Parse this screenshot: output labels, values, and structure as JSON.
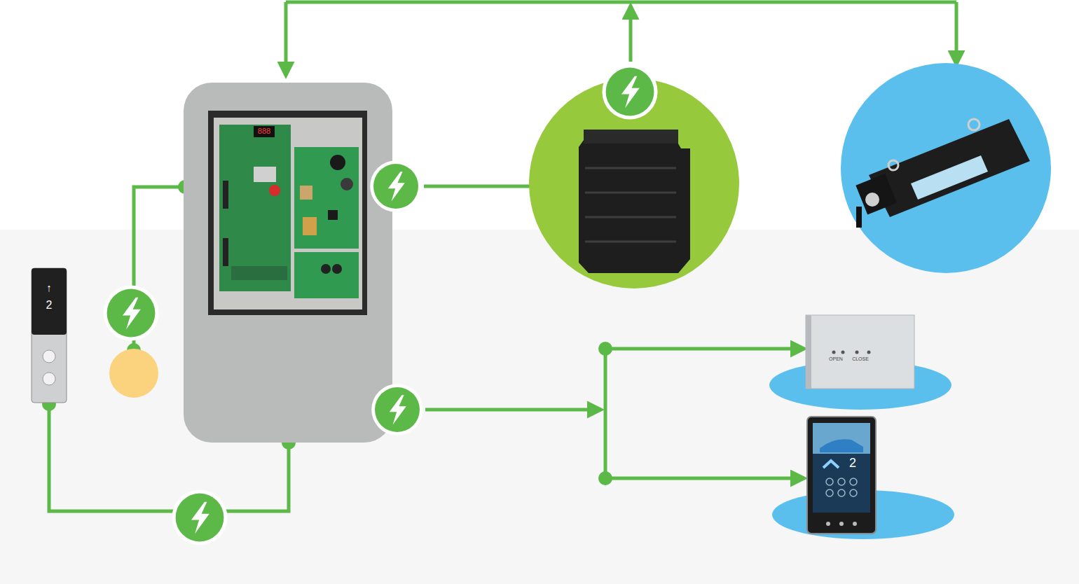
{
  "diagram": {
    "nodes": [
      {
        "text": [
          "↑",
          "2"
        ]
      },
      {
        "text": [
          "OPEN",
          "CLOSE"
        ]
      },
      {
        "text": [
          "2"
        ]
      }
    ],
    "labels": [
      "888"
    ]
  }
}
